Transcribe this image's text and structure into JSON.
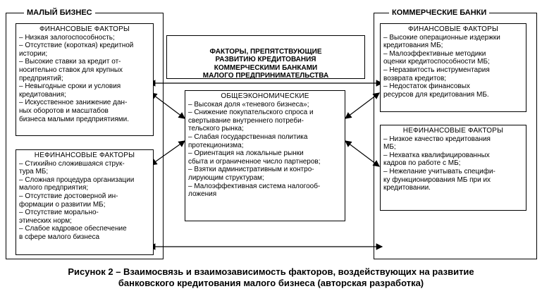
{
  "left_group": {
    "title": "МАЛЫЙ БИЗНЕС",
    "financial": {
      "header": "ФИНАНСОВЫЕ ФАКТОРЫ",
      "items": [
        "– Низкая залогоспособность;",
        "– Отсутствие (короткая) кредитной\nистории;",
        "– Высокие ставки за кредит от-\nносительно ставок для крупных\nпредприятий;",
        "– Невыгодные сроки и условия\nкредитования;",
        "– Искусственное занижение дан-\nных оборотов и масштабов\nбизнеса малыми предприятиями."
      ]
    },
    "nonfinancial": {
      "header": "НЕФИНАНСОВЫЕ ФАКТОРЫ",
      "items": [
        "– Стихийно сложившаяся струк-\nтура МБ;",
        "– Сложная процедура организации\nмалого предприятия;",
        "– Отсутствие достоверной ин-\nформации о развитии МБ;",
        "– Отсутствие морально-\nэтических норм;",
        "– Слабое кадровое обеспечение\nв сфере малого бизнеса"
      ]
    }
  },
  "right_group": {
    "title": "КОММЕРЧЕСКИЕ БАНКИ",
    "financial": {
      "header": "ФИНАНСОВЫЕ ФАКТОРЫ",
      "items": [
        "– Высокие операционные издержки\nкредитования МБ;",
        "– Малоэффективные методики\nоценки кредитоспособности МБ;",
        "– Неразвитость инструментария\nвозврата кредитов;",
        "– Недостаток финансовых\nресурсов для кредитования МБ."
      ]
    },
    "nonfinancial": {
      "header": "НЕФИНАНСОВЫЕ ФАКТОРЫ",
      "items": [
        "– Низкое качество кредитования\nМБ;",
        "– Нехватка квалифицированных\nкадров по работе с МБ;",
        "– Нежелание учитывать специфи-\nку функционирования МБ при их\nкредитовании."
      ]
    }
  },
  "center_title": "ФАКТОРЫ, ПРЕПЯТСТВУЮЩИЕ\nРАЗВИТИЮ КРЕДИТОВАНИЯ\nКОММЕРЧЕСКИМИ БАНКАМИ\nМАЛОГО ПРЕДПРИНИМАТЕЛЬСТВА",
  "general": {
    "header": "ОБЩЕЭКОНОМИЧЕСКИЕ",
    "items": [
      "– Высокая доля «теневого бизнеса»;",
      "– Снижение покупательского спроса и\nсвертывание внутреннего потреби-\nтельского рынка;",
      "– Слабая государственная политика\nпротекционизма;",
      "– Ориентация на локальные рынки\nсбыта и ограниченное число партнеров;",
      "– Взятки административным и контро-\nлирующим структурам;",
      "– Малоэффективная система налогооб-\nложения"
    ]
  },
  "caption": {
    "line1": "Рисунок 2 – Взаимосвязь и взаимозависимость факторов, воздействующих на развитие",
    "line2": "банковского кредитования малого бизнеса (авторская разработка)"
  }
}
